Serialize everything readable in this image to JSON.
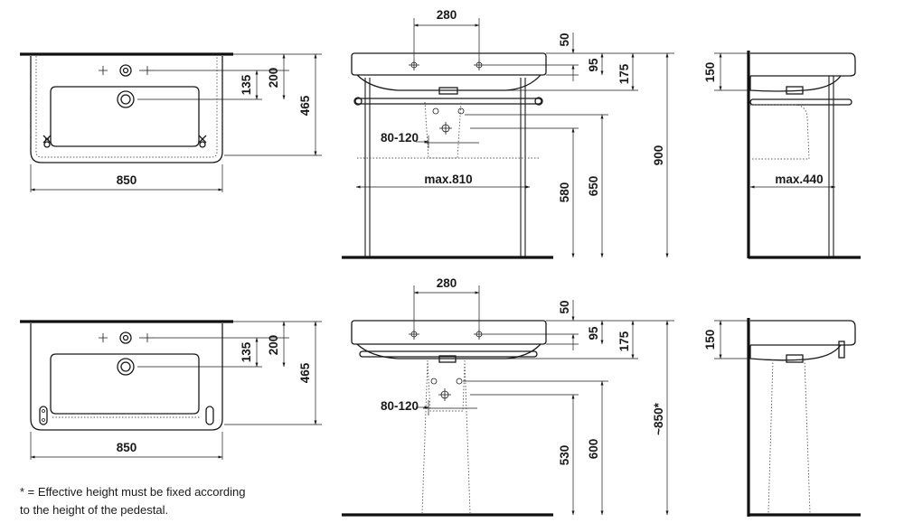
{
  "dimensions": {
    "top_plan": {
      "d135": "135",
      "d200": "200",
      "d465": "465",
      "d850": "850"
    },
    "top_front": {
      "d280": "280",
      "d50": "50",
      "d95": "95",
      "d175": "175",
      "d80_120": "80-120",
      "dmax810": "max.810",
      "d580": "580",
      "d650": "650",
      "d900": "900"
    },
    "top_side": {
      "d150": "150",
      "dmax440": "max.440"
    },
    "bottom_plan": {
      "d135": "135",
      "d200": "200",
      "d465": "465",
      "d850": "850"
    },
    "bottom_front": {
      "d280": "280",
      "d50": "50",
      "d95": "95",
      "d175": "175",
      "d80_120": "80-120",
      "d530": "530",
      "d600": "600",
      "d850star": "~850*"
    },
    "bottom_side": {
      "d150": "150"
    }
  },
  "footnote": {
    "line1": "* = Effective height must be fixed according",
    "line2": "to the height of the pedestal."
  }
}
